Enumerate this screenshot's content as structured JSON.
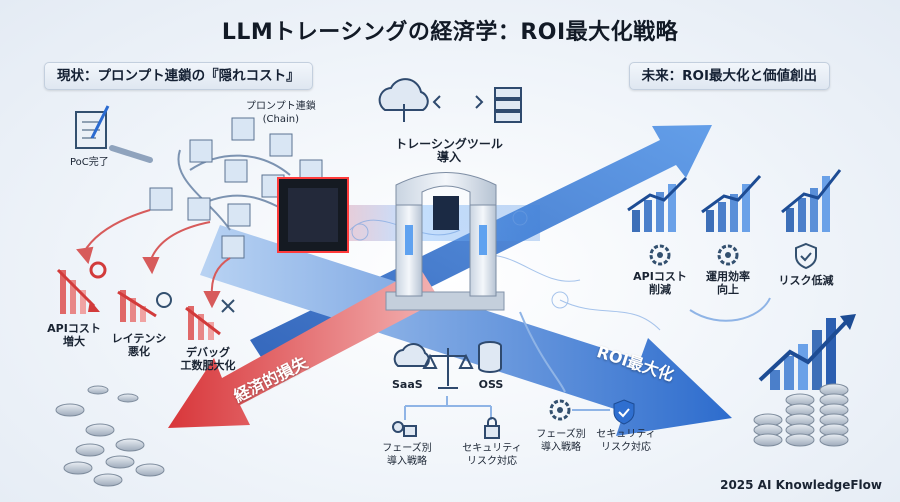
{
  "title": "LLMトレーシングの経済学：ROI最大化戦略",
  "left_banner": "現状：プロンプト連鎖の『隠れコスト』",
  "right_banner": "未来：ROI最大化と価値創出",
  "chain_label": "プロンプト連鎖\n(Chain)",
  "poc_label": "PoC完了",
  "tool_label": "トレーシングツール\n導入",
  "left_problems": [
    {
      "label": "APIコスト\n増大",
      "icon": "api-cost-up-chart-icon"
    },
    {
      "label": "レイテンシ\n悪化",
      "icon": "latency-down-chart-icon"
    },
    {
      "label": "デバッグ\n工数肥大化",
      "icon": "debug-effort-chart-icon"
    }
  ],
  "left_arrow_label": "経済的損失",
  "right_arrow_label": "ROI最大化",
  "benefits": [
    {
      "label": "APIコスト\n削減",
      "icon": "gear-icon"
    },
    {
      "label": "運用効率\n向上",
      "icon": "gear-icon"
    },
    {
      "label": "リスク低減",
      "icon": "shield-check-icon"
    }
  ],
  "deploy": {
    "saas": "SaaS",
    "oss": "OSS",
    "left_items": [
      {
        "label": "フェーズ別\n導入戦略",
        "icon": "person-lock-icon"
      },
      {
        "label": "セキュリティ\nリスク対応",
        "icon": "lock-icon"
      }
    ],
    "right_items": [
      {
        "label": "フェーズ別\n導入戦略",
        "icon": "gear-icon"
      },
      {
        "label": "セキュリティ\nリスク対応",
        "icon": "shield-check-icon"
      }
    ]
  },
  "footer": "2025 AI KnowledgeFlow",
  "colors": {
    "red": "#d84a4a",
    "blue": "#2f6fd0",
    "blue_light": "#6fa6ea",
    "dark": "#1a2433"
  }
}
